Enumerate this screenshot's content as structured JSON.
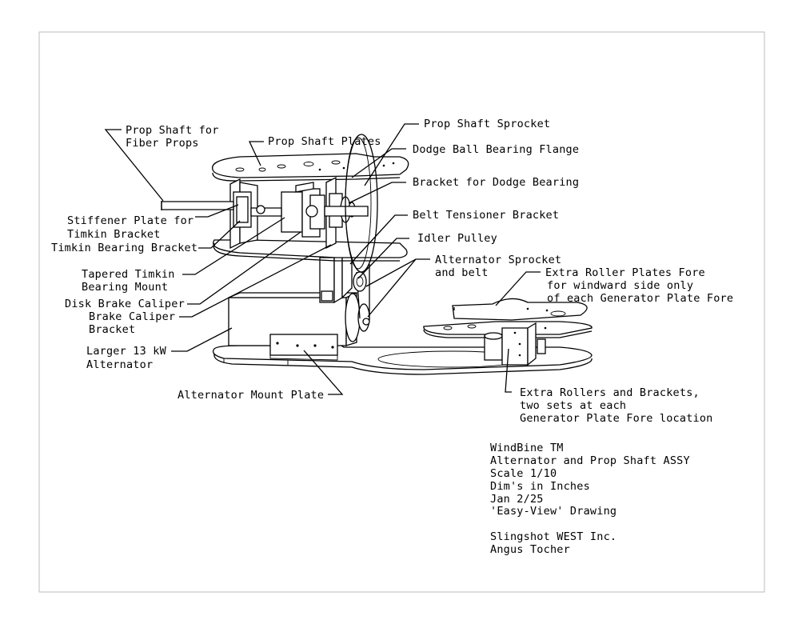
{
  "labels": {
    "prop_shaft_fiber_1": "Prop Shaft for",
    "prop_shaft_fiber_2": "Fiber Props",
    "prop_shaft_plates": "Prop Shaft Plates",
    "prop_shaft_sprocket": "Prop Shaft Sprocket",
    "dodge_flange": "Dodge Ball Bearing Flange",
    "dodge_bracket": "Bracket for Dodge Bearing",
    "belt_tensioner": "Belt Tensioner Bracket",
    "stiffener_1": "Stiffener Plate for",
    "stiffener_2": "Timkin Bracket",
    "timkin_bracket": "Timkin Bearing Bracket",
    "idler": "Idler Pulley",
    "alt_sprocket_1": "Alternator Sprocket",
    "alt_sprocket_2": "and belt",
    "tapered_1": "Tapered Timkin",
    "tapered_2": "Bearing Mount",
    "extra_plates_1": "Extra Roller Plates Fore",
    "extra_plates_2": "for windward side only",
    "extra_plates_3": "of each Generator Plate Fore",
    "disk_caliper": "Disk Brake Caliper",
    "brake_bracket_1": "Brake Caliper",
    "brake_bracket_2": "Bracket",
    "alternator_1": "Larger 13 kW",
    "alternator_2": "Alternator",
    "mount_plate": "Alternator Mount Plate",
    "extra_rollers_1": "Extra Rollers and Brackets,",
    "extra_rollers_2": "two sets at each",
    "extra_rollers_3": "Generator Plate Fore location"
  },
  "title_block": {
    "line1": "WindBine TM",
    "line2": "Alternator and Prop Shaft ASSY",
    "line3": "Scale 1/10",
    "line4": "Dim's in Inches",
    "line5": "Jan 2/25",
    "line6": "'Easy-View' Drawing",
    "line7": "Slingshot WEST Inc.",
    "line8": "Angus Tocher"
  }
}
